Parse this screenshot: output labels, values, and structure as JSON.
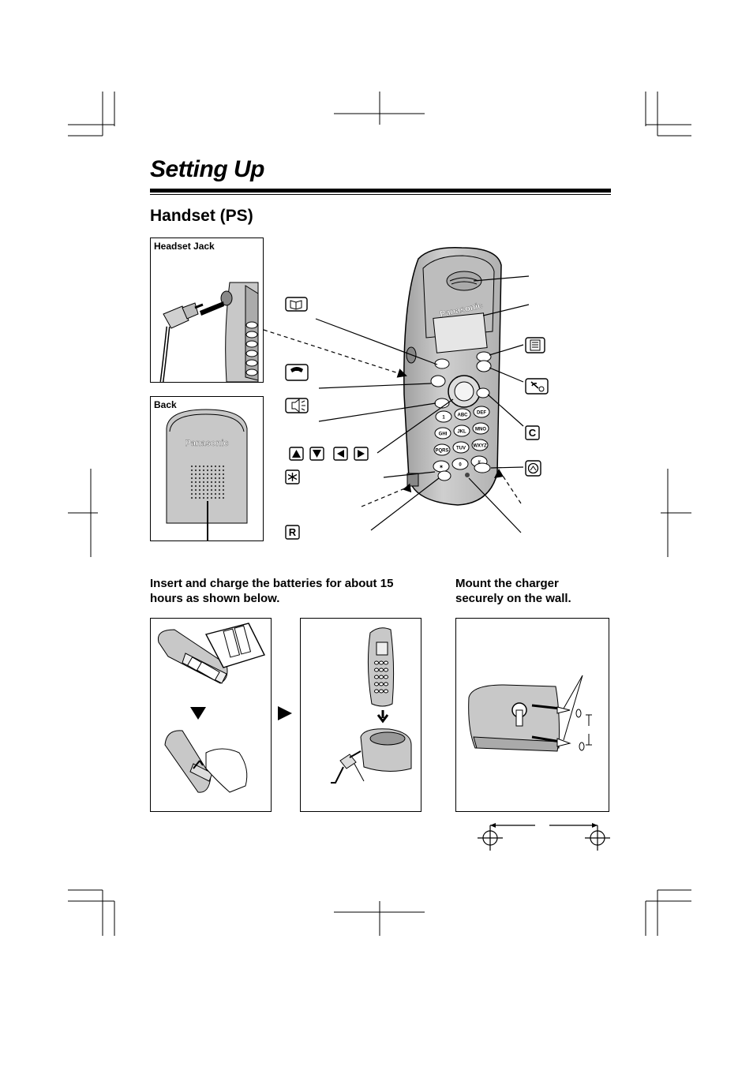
{
  "page": {
    "title": "Setting Up",
    "section": "Handset (PS)"
  },
  "panels": {
    "headset_jack": "Headset Jack",
    "back": "Back"
  },
  "handset": {
    "brand": "Panasonic"
  },
  "keys": {
    "clear": "C",
    "recall": "R"
  },
  "keypad": [
    "1",
    "ABC",
    "DEF",
    "GHI",
    "JKL",
    "MNO",
    "PQRS",
    "TUV",
    "WXYZ",
    "✶",
    "0",
    "#"
  ],
  "instructions": {
    "batteries": "Insert and charge the batteries for about 15 hours as shown below.",
    "wall_mount": "Mount the charger securely on the wall."
  },
  "colors": {
    "body": "#c8c8c8",
    "body_dark": "#9a9a9a",
    "ink": "#000000"
  }
}
